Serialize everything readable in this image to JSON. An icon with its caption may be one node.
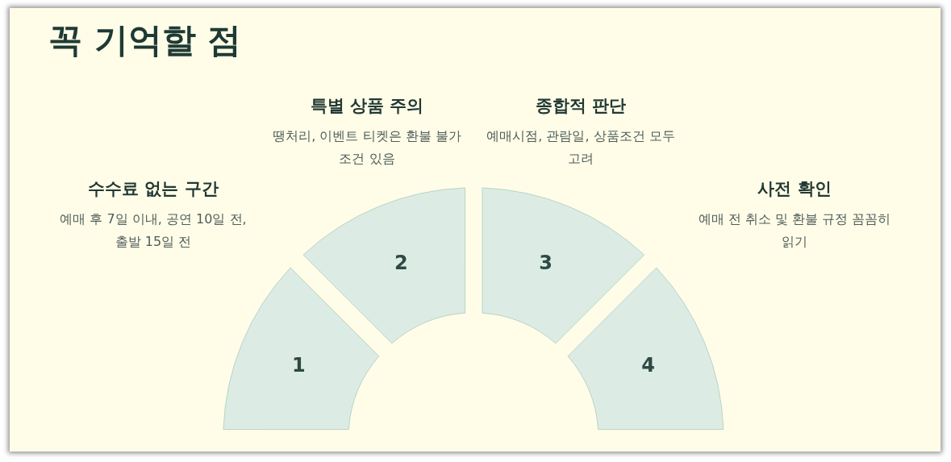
{
  "diagram": {
    "title": "꼭 기억할 점",
    "nodes": [
      {
        "text": [
          "1"
        ],
        "beside": [
          "수수료 없는 구간",
          "예매 후 7일 이내, 공연 10일 전, 출발 15일 전"
        ]
      },
      {
        "text": [
          "2"
        ],
        "beside": [
          "특별 상품 주의",
          "땡처리, 이벤트 티켓은 환불 불가 조건 있음"
        ]
      },
      {
        "text": [
          "3"
        ],
        "beside": [
          "종합적 판단",
          "예매시점, 관람일, 상품조건 모두 고려"
        ]
      },
      {
        "text": [
          "4"
        ],
        "beside": [
          "사전 확인",
          "예매 전 취소 및 환불 규정 꼼꼼히 읽기"
        ]
      }
    ]
  }
}
